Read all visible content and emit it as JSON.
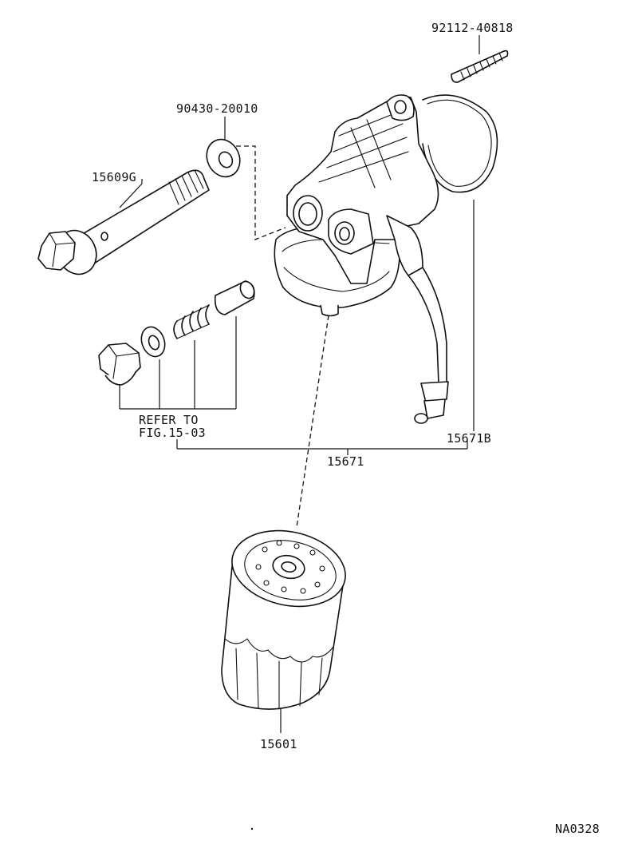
{
  "diagram": {
    "parts": {
      "stud": "92112-40818",
      "gasket_washer": "90430-20010",
      "union_bolt": "15609G",
      "refer_line1": "REFER TO",
      "refer_line2": "FIG.15-03",
      "o_ring": "15671B",
      "bracket_assy": "15671",
      "oil_filter": "15601"
    },
    "figure_code": "NA0328"
  }
}
